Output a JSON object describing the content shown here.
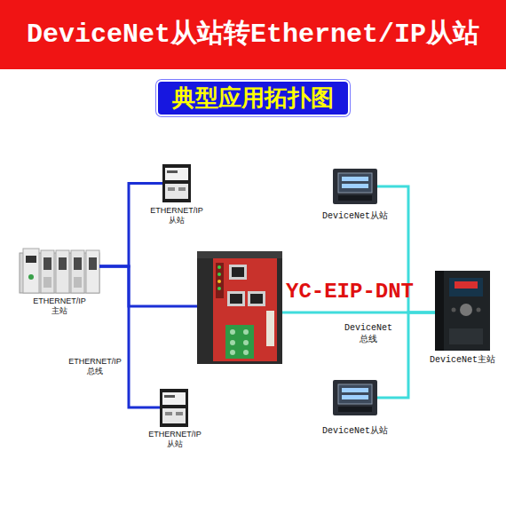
{
  "diagram": {
    "title": "DeviceNet从站转Ethernet/IP从站",
    "nodes": [
      {
        "text": [
          "典型应用拓扑图"
        ]
      },
      {
        "text": [
          "ETHERNET/IP 从站"
        ]
      },
      {
        "text": [
          "DeviceNet从站"
        ]
      },
      {
        "text": [
          "ETHERNET/IP 主站"
        ]
      },
      {
        "text": [
          "YC-EIP-DNT"
        ]
      },
      {
        "text": [
          "DeviceNet主站"
        ]
      },
      {
        "text": [
          "ETHERNET/IP 从站"
        ]
      },
      {
        "text": [
          "DeviceNet从站"
        ]
      }
    ],
    "edges": [
      {
        "from": 3,
        "to": 4,
        "arrow": "none"
      },
      {
        "from": 3,
        "to": 1,
        "arrow": "none"
      },
      {
        "from": 3,
        "to": 6,
        "arrow": "none"
      },
      {
        "from": 4,
        "to": 5,
        "arrow": "none"
      },
      {
        "from": 5,
        "to": 2,
        "arrow": "none"
      },
      {
        "from": 5,
        "to": 7,
        "arrow": "none"
      }
    ],
    "labels": [
      "ETHERNET/IP 总线",
      "DeviceNet 总线"
    ]
  }
}
